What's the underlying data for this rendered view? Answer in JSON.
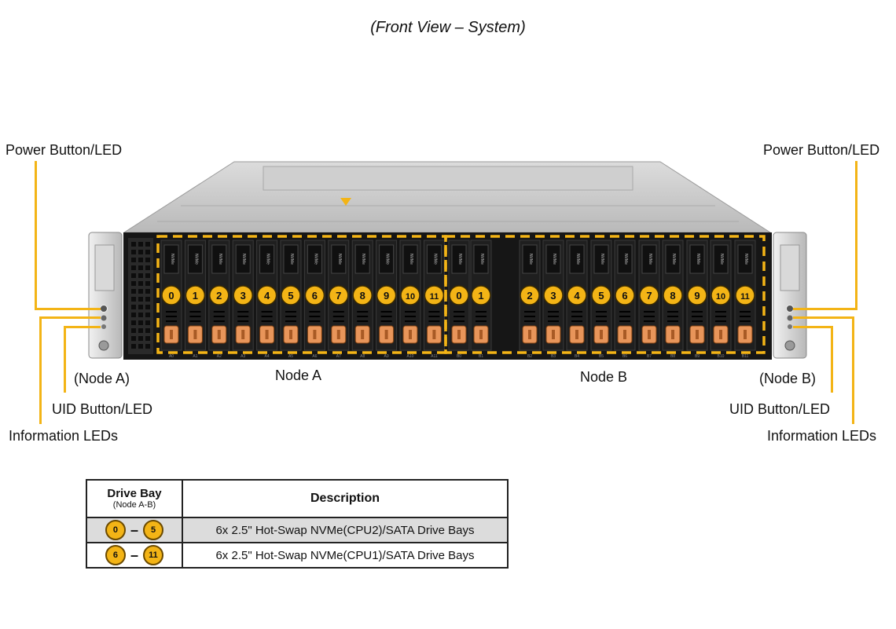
{
  "title": "(Front View – System)",
  "callouts": {
    "power_left": "Power Button/LED",
    "power_right": "Power Button/LED",
    "node_a_paren": "(Node A)",
    "node_b_paren": "(Node B)",
    "uid_left": "UID Button/LED",
    "uid_right": "UID Button/LED",
    "info_left": "Information LEDs",
    "info_right": "Information LEDs",
    "node_a": "Node A",
    "node_b": "Node B"
  },
  "drives": {
    "node_a_bays": [
      "0",
      "1",
      "2",
      "3",
      "4",
      "5",
      "6",
      "7",
      "8",
      "9",
      "10",
      "11"
    ],
    "node_b_bays": [
      "0",
      "1",
      "2",
      "3",
      "4",
      "5",
      "6",
      "7",
      "8",
      "9",
      "10",
      "11"
    ],
    "node_a_labels": [
      "A0",
      "A1",
      "A2",
      "A3",
      "A4",
      "A5",
      "A6",
      "A7",
      "A8",
      "A9",
      "A10",
      "A11"
    ],
    "node_b_labels": [
      "B0",
      "B1",
      "B2",
      "B3",
      "B4",
      "B5",
      "B6",
      "B7",
      "B8",
      "B9",
      "B10",
      "B11"
    ],
    "tray_label": "NVMe"
  },
  "colors": {
    "accent_yellow": "#f3b416",
    "latch_orange": "#e8955a",
    "chassis_silver": "#c9c9c9"
  },
  "legend": {
    "header_drive_bay": "Drive Bay",
    "header_drive_bay_sub": "(Node A-B)",
    "header_description": "Description",
    "rows": [
      {
        "from": "0",
        "to": "5",
        "dash": "–",
        "description": "6x 2.5\" Hot-Swap NVMe(CPU2)/SATA Drive Bays"
      },
      {
        "from": "6",
        "to": "11",
        "dash": "–",
        "description": "6x 2.5\" Hot-Swap NVMe(CPU1)/SATA Drive Bays"
      }
    ]
  }
}
